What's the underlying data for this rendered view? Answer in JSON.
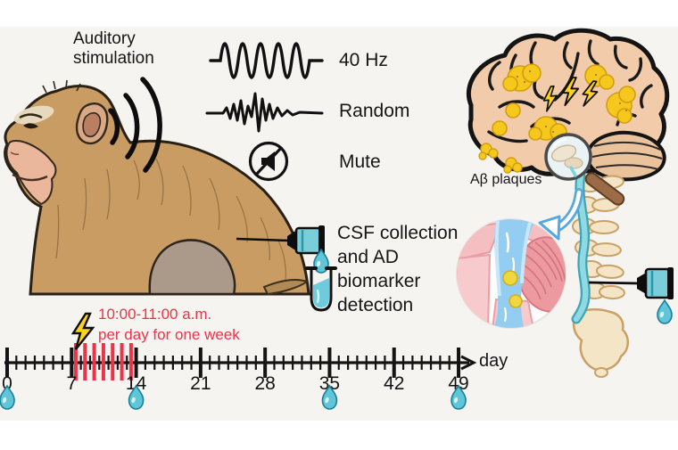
{
  "header": {
    "title_line1": "Auditory",
    "title_line2": "stimulation"
  },
  "stimulation_modes": [
    {
      "icon": "sine-wave-icon",
      "label": "40 Hz"
    },
    {
      "icon": "random-wave-icon",
      "label": "Random"
    },
    {
      "icon": "mute-icon",
      "label": "Mute"
    }
  ],
  "csf_note": {
    "lines": [
      "CSF collection",
      "and AD",
      "biomarker",
      "detection"
    ]
  },
  "brain": {
    "plaque_label": "Aβ plaques",
    "lightning_bolt_count": 3
  },
  "timeline": {
    "axis_label": "day",
    "tick_labels": [
      "0",
      "7",
      "14",
      "21",
      "28",
      "35",
      "42",
      "49"
    ],
    "tick_interval_days": 7,
    "total_days": 49,
    "stimulation_window": {
      "text_line1": "10:00-11:00 a.m.",
      "text_line2": "per day for one week",
      "days": [
        7,
        8,
        9,
        10,
        11,
        12,
        13
      ],
      "highlight_color": "#ed3347"
    },
    "csf_collection_days": [
      0,
      14,
      35,
      49
    ]
  },
  "colors": {
    "teal": "#6ecbdb",
    "red": "#ed3347",
    "plaque_yellow": "#f6c71d",
    "brain_peach": "#f2cbaa",
    "fur_tan": "#c99c64",
    "spine_cream": "#f3e5c5",
    "arrow_blue": "#57a7e2",
    "background": "#f6f4f1"
  }
}
